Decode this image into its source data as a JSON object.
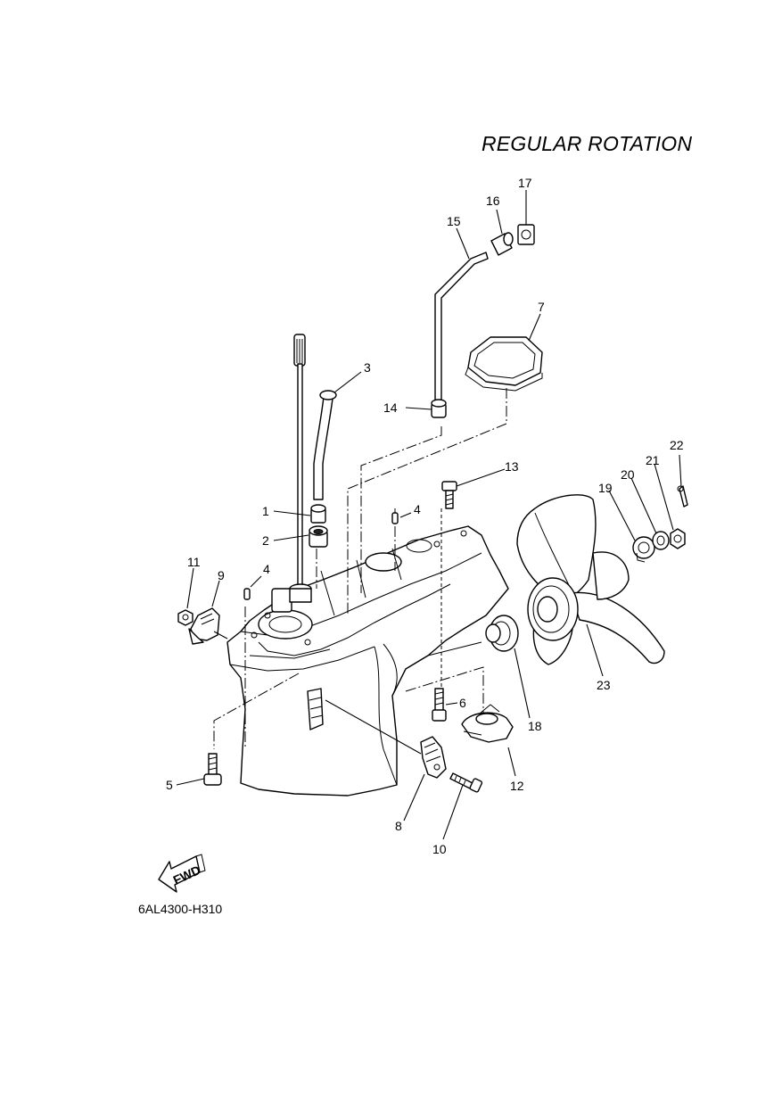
{
  "title": "REGULAR ROTATION",
  "diagram_code": "6AL4300-H310",
  "fwd_label": "FWD",
  "callouts": [
    "1",
    "2",
    "3",
    "4",
    "4",
    "5",
    "6",
    "7",
    "8",
    "9",
    "10",
    "11",
    "12",
    "13",
    "14",
    "15",
    "16",
    "17",
    "18",
    "19",
    "20",
    "21",
    "22",
    "23"
  ],
  "parts": [
    {
      "ref": "lower-casing",
      "name": "lower casing"
    },
    {
      "ref": "drive-shaft",
      "name": "drive shaft"
    },
    {
      "ref": "water-tube",
      "name": "water tube"
    },
    {
      "ref": "propeller",
      "name": "propeller"
    },
    {
      "ref": "anode",
      "name": "anode"
    },
    {
      "ref": "trim-tab",
      "name": "trim tab"
    },
    {
      "ref": "gasket",
      "name": "gasket"
    }
  ]
}
